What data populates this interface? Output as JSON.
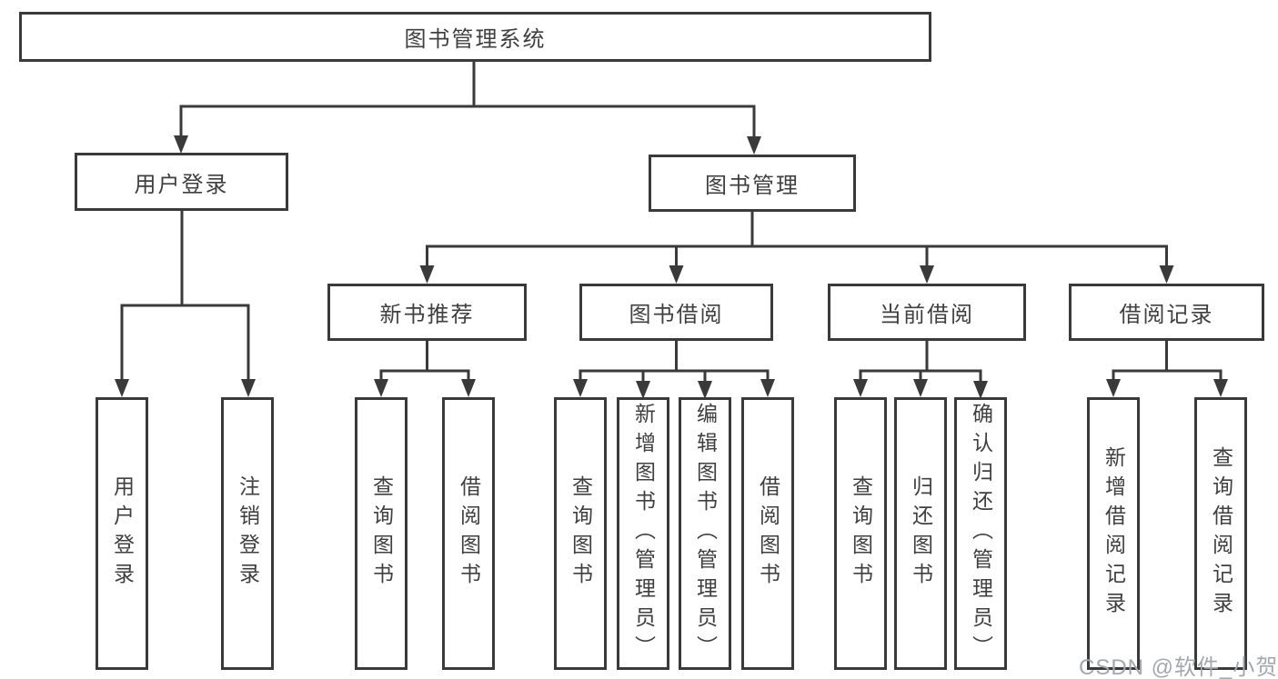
{
  "tree": {
    "label": "图书管理系统",
    "children": [
      {
        "label": "用户登录",
        "children": [
          {
            "label": "用户登录"
          },
          {
            "label": "注销登录"
          }
        ]
      },
      {
        "label": "图书管理",
        "children": [
          {
            "label": "新书推荐",
            "children": [
              {
                "label": "查询图书"
              },
              {
                "label": "借阅图书"
              }
            ]
          },
          {
            "label": "图书借阅",
            "children": [
              {
                "label": "查询图书"
              },
              {
                "label": "新增图书（管理员）"
              },
              {
                "label": "编辑图书（管理员）"
              },
              {
                "label": "借阅图书"
              }
            ]
          },
          {
            "label": "当前借阅",
            "children": [
              {
                "label": "查询图书"
              },
              {
                "label": "归还图书"
              },
              {
                "label": "确认归还（管理员）"
              }
            ]
          },
          {
            "label": "借阅记录",
            "children": [
              {
                "label": "新增借阅记录"
              },
              {
                "label": "查询借阅记录"
              }
            ]
          }
        ]
      }
    ]
  },
  "watermark": {
    "text": "CSDN @软件_小贺同学"
  },
  "colors": {
    "line": "#3a3a3a",
    "text": "#3f3f3f",
    "watermark": "#a3a8ae",
    "background": "#ffffff"
  }
}
